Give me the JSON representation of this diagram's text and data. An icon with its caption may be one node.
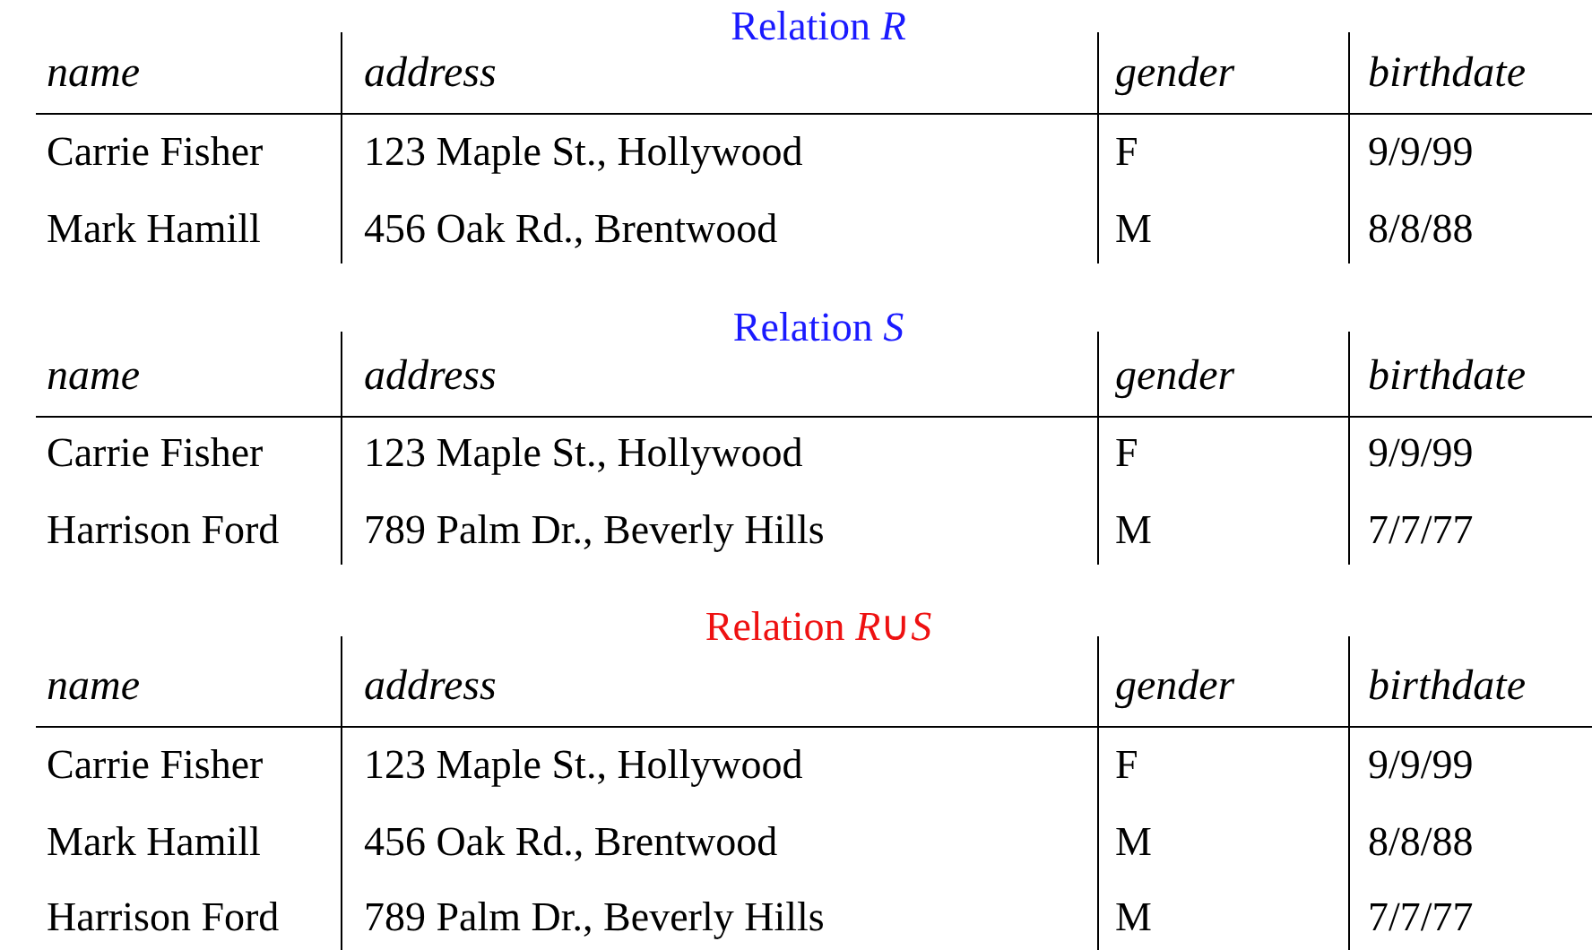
{
  "diagram": {
    "labels": [
      "Relation *R*",
      "name",
      "address",
      "gender",
      "birthdate",
      "Carrie Fisher",
      "123 Maple St., Hollywood",
      "F",
      "9/9/99",
      "Mark Hamill",
      "456 Oak Rd., Brentwood",
      "M",
      "8/8/88",
      "Relation *S*",
      "name",
      "address",
      "gender",
      "birthdate",
      "Carrie Fisher",
      "123 Maple St., Hollywood",
      "F",
      "9/9/99",
      "Harrison Ford",
      "789 Palm Dr., Beverly Hills",
      "M",
      "7/7/77",
      "Relation *R*∪*S*",
      "name",
      "address",
      "gender",
      "birthdate",
      "Carrie Fisher",
      "123 Maple St., Hollywood",
      "F",
      "9/9/99",
      "Mark Hamill",
      "456 Oak Rd., Brentwood",
      "M",
      "8/8/88",
      "Harrison Ford",
      "789 Palm Dr., Beverly Hills",
      "M",
      "7/7/77"
    ]
  }
}
